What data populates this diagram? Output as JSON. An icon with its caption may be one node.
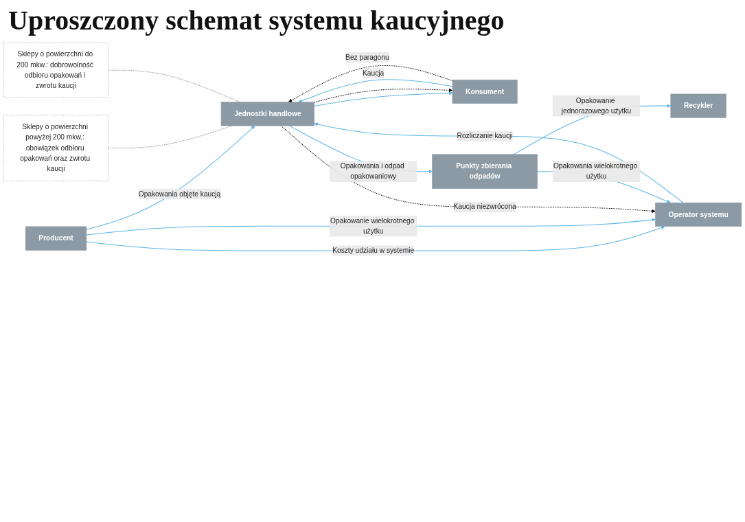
{
  "diagram": {
    "title": "Uproszczony schemat systemu kaucyjnego",
    "nodes": [
      {
        "text": [
          "Sklepy o powierzchni powyżej 200 mkw.: obowiązek odbioru opakowań oraz zwrotu kaucji"
        ]
      },
      {
        "text": [
          "Sklepy o powierzchni do 200 mkw.: dobrowolność odbioru opakowań i zwrotu kaucji"
        ]
      },
      {
        "text": [
          "Producent"
        ]
      },
      {
        "text": [
          "Jednostki handlowe"
        ]
      },
      {
        "text": [
          "Konsument"
        ]
      },
      {
        "text": [
          "Operator systemu"
        ]
      },
      {
        "text": [
          "Punkty zbierania odpadów"
        ]
      },
      {
        "text": [
          "Recykler"
        ]
      }
    ],
    "edges": [
      {
        "from": 2,
        "to": 3,
        "arrow": "to",
        "label": "Opakowania objęte kaucją"
      },
      {
        "from": 2,
        "to": 5,
        "arrow": "to",
        "label": "Koszty udziału w systemie"
      },
      {
        "from": 2,
        "to": 5,
        "arrow": "to",
        "label": "Opakowanie wielokrotnego użytku"
      },
      {
        "from": 3,
        "to": 4,
        "arrow": "to"
      },
      {
        "from": 4,
        "to": 3,
        "arrow": "to",
        "label": "Kaucja"
      },
      {
        "from": 3,
        "to": 4,
        "arrow": "to",
        "style": "dashed",
        "color": "#000000"
      },
      {
        "from": 4,
        "to": 3,
        "arrow": "to",
        "style": "dashed",
        "color": "#000000",
        "label": "Bez paragonu"
      },
      {
        "from": 3,
        "to": 5,
        "arrow": "to",
        "style": "dashed",
        "color": "#000000",
        "label": "Kaucja niezwrócona"
      },
      {
        "from": 5,
        "to": 3,
        "arrow": "to",
        "label": "Rozliczanie kaucji"
      },
      {
        "from": 3,
        "to": 6,
        "arrow": "to",
        "label": "Opakowania i odpad opakowaniowy"
      },
      {
        "from": 6,
        "to": 5,
        "arrow": "to",
        "label": "Opakowania wielokrotnego użytku"
      },
      {
        "from": 6,
        "to": 7,
        "arrow": "to",
        "label": "Opakowanie jednorazowego użytku"
      },
      {
        "from": 0,
        "to": 3,
        "arrow": "none",
        "style": "dashed",
        "color": "#888888"
      },
      {
        "from": 1,
        "to": 3,
        "arrow": "none",
        "style": "dashed",
        "color": "#888888"
      }
    ]
  }
}
